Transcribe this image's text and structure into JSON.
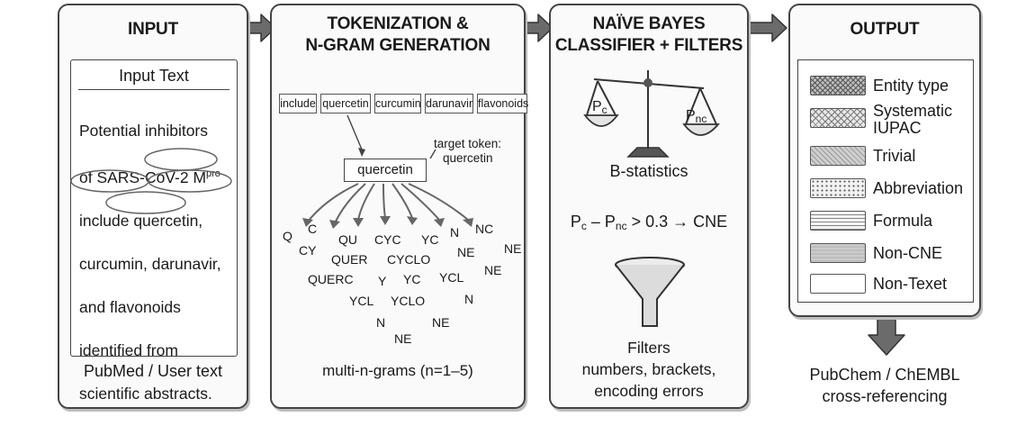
{
  "input": {
    "title": "INPUT",
    "box_title": "Input Text",
    "body": "Potential inhibitors of SARS-CoV-2 Mᵖʳᵒ include quercetin, curcumin, darunavir, and flavonoids identified from scientific abstracts.",
    "lines": [
      "Potential inhibitors",
      "of SARS-CoV-2 M",
      "pro",
      "include quercetin,",
      "curcumin, darunavir,",
      "and flavonoids",
      "identified from",
      "scientific abstracts."
    ],
    "footer": "PubMed / User text"
  },
  "tokenization": {
    "title_line1": "TOKENIZATION &",
    "title_line2": "N-GRAM GENERATION",
    "tokens": [
      "include",
      "quercetin",
      "curcumin",
      "darunavir",
      "flavonoids"
    ],
    "target_box": "quercetin",
    "target_note_line1": "target token:",
    "target_note_line2": "quercetin",
    "ngrams": [
      "Q",
      "C",
      "CY",
      "QU",
      "QUER",
      "CYC",
      "CYCLO",
      "YC",
      "N",
      "NC",
      "NE",
      "NE",
      "NE",
      "QUERC",
      "Y",
      "YC",
      "YCL",
      "YCL",
      "YCLO",
      "N",
      "N",
      "NE",
      "NE"
    ],
    "caption": "multi-n-grams (n=1–5)"
  },
  "classifier": {
    "title_line1": "NAÏVE BAYES",
    "title_line2": "CLASSIFIER + FILTERS",
    "pan_left": "P",
    "pan_left_sub": "c",
    "pan_right": "P",
    "pan_right_sub": "nc",
    "statistic": "B-statistics",
    "rule_p1": "P",
    "rule_p1_sub": "c",
    "rule_minus": " – ",
    "rule_p2": "P",
    "rule_p2_sub": "nc",
    "rule_tail": " > 0.3 → CNE",
    "filters_title": "Filters",
    "filters_line1": "numbers, brackets,",
    "filters_line2": "encoding errors"
  },
  "output": {
    "title": "OUTPUT",
    "legend": [
      {
        "label": "Entity type",
        "pattern": "crosshatch-dense"
      },
      {
        "label": "Systematic",
        "label2": "IUPAC",
        "pattern": "crosshatch-light"
      },
      {
        "label": "Trivial",
        "pattern": "diagonal"
      },
      {
        "label": "Abbreviation",
        "pattern": "dots"
      },
      {
        "label": "Formula",
        "pattern": "horizontal-lines"
      },
      {
        "label": "Non-CNE",
        "pattern": "grey-shade"
      },
      {
        "label": "Non-Texet",
        "pattern": "blank"
      }
    ],
    "xref_line1": "PubChem / ChEMBL",
    "xref_line2": "cross-referencing"
  }
}
